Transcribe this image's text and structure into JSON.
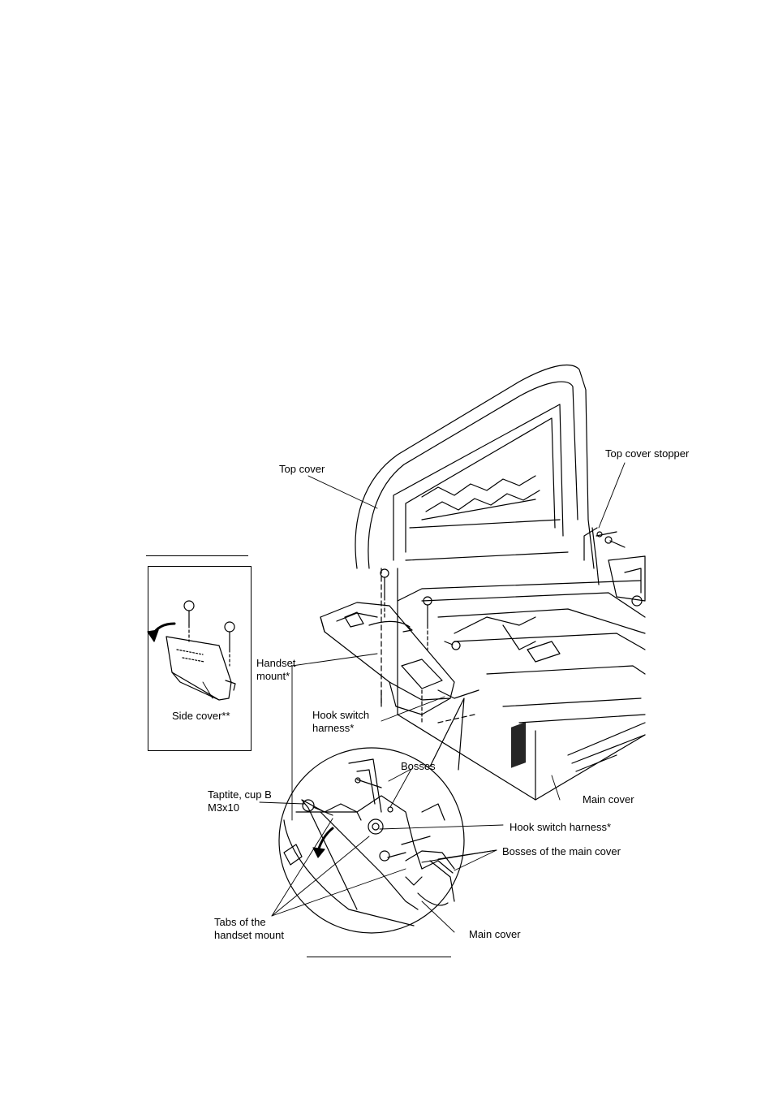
{
  "labels": {
    "top_cover": "Top cover",
    "top_cover_stopper": "Top cover stopper",
    "handset_mount_1": "Handset",
    "handset_mount_2": "mount*",
    "side_cover": "Side cover**",
    "hook_switch_harness_1": "Hook switch",
    "hook_switch_harness_2": "harness*",
    "bosses": "Bosses",
    "taptite_1": "Taptite, cup B",
    "taptite_2": "M3x10",
    "main_cover_right": "Main cover",
    "hook_switch_harness_detail": "Hook switch harness*",
    "bosses_main_cover": "Bosses of the main cover",
    "tabs_1": "Tabs of the",
    "tabs_2": "handset mount",
    "main_cover_bottom": "Main cover"
  },
  "colors": {
    "line": "#000000",
    "background": "#ffffff"
  }
}
